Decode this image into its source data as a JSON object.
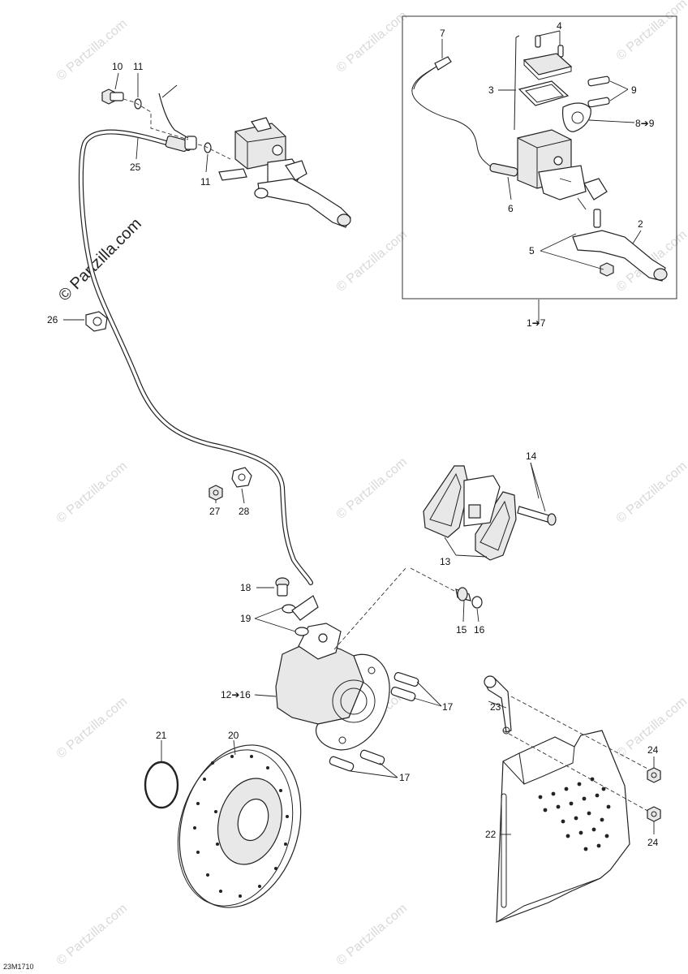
{
  "diagram_code": "23M1710",
  "watermark_main": "© Partzilla.com",
  "watermark_tile": "© Partzilla.com",
  "callouts": {
    "c1_7": "1➔7",
    "c2": "2",
    "c3": "3",
    "c4": "4",
    "c5": "5",
    "c6": "6",
    "c7": "7",
    "c8_9": "8➔9",
    "c9": "9",
    "c10": "10",
    "c11a": "11",
    "c11b": "11",
    "c12_16": "12➔16",
    "c13": "13",
    "c14": "14",
    "c15": "15",
    "c16": "16",
    "c17a": "17",
    "c17b": "17",
    "c18": "18",
    "c19": "19",
    "c20": "20",
    "c21": "21",
    "c22": "22",
    "c23": "23",
    "c24a": "24",
    "c24b": "24",
    "c25": "25",
    "c26": "26",
    "c27": "27",
    "c28": "28"
  }
}
